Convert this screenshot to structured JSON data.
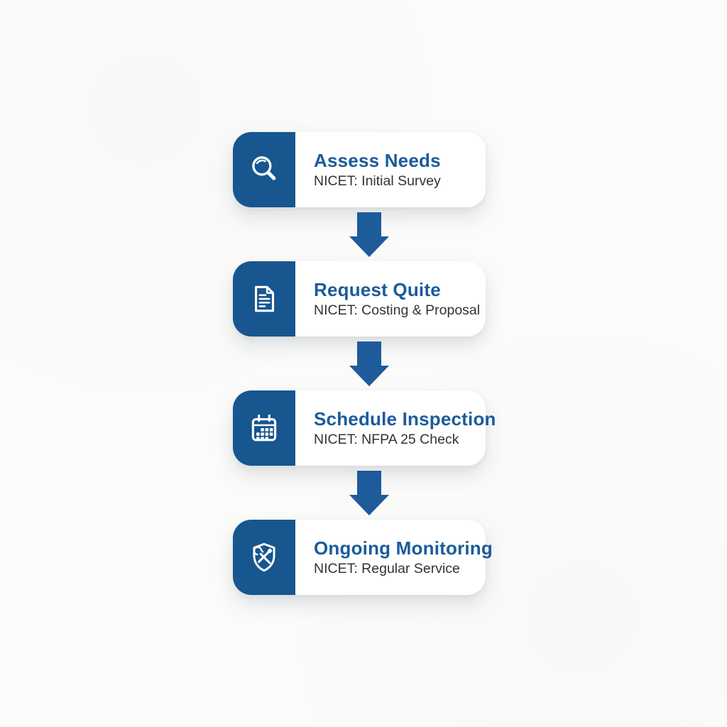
{
  "colors": {
    "primary_blue": "#17568f",
    "arrow_blue": "#1d5b9a",
    "title_blue": "#1b5b9b",
    "subtitle_gray": "#333333",
    "card_white": "#ffffff",
    "background": "#fbfbfa"
  },
  "flowchart": {
    "connector": "down-arrow",
    "steps": [
      {
        "title": "Assess Needs",
        "subtitle": "NICET: Initial Survey",
        "icon": "search-icon"
      },
      {
        "title": "Request Quite",
        "subtitle": "NICET: Costing & Proposal",
        "icon": "document-icon"
      },
      {
        "title": "Schedule Inspection",
        "subtitle": "NICET: NFPA 25 Check",
        "icon": "calendar-icon"
      },
      {
        "title": "Ongoing Monitoring",
        "subtitle": "NICET: Regular Service",
        "icon": "shield-tools-icon"
      }
    ]
  }
}
